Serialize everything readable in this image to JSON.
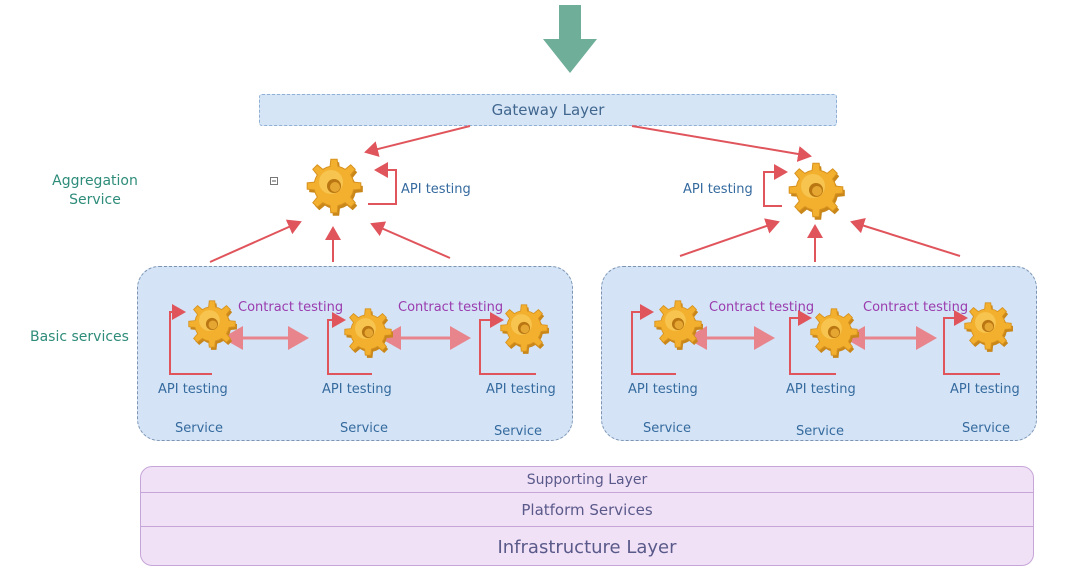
{
  "gateway_label": "Gateway Layer",
  "aggregation_label_line1": "Aggregation",
  "aggregation_label_line2": "Service",
  "basic_services_label": "Basic services",
  "api_testing": "API testing",
  "contract_testing": "Contract testing",
  "service_label": "Service",
  "support_layers": [
    "Supporting Layer",
    "Platform Services",
    "Infrastructure Layer"
  ],
  "colors": {
    "arrow_red": "#e0545c",
    "gear_gold": "#f2b02e",
    "group_fill": "#d4e4f6",
    "support_fill": "#f1e1f7",
    "teal_text": "#2e8c7a",
    "purple_text": "#9a3cae",
    "down_arrow": "#6fae98"
  },
  "icons": [
    "down-arrow-icon",
    "gear-icon",
    "minus-box-icon"
  ]
}
